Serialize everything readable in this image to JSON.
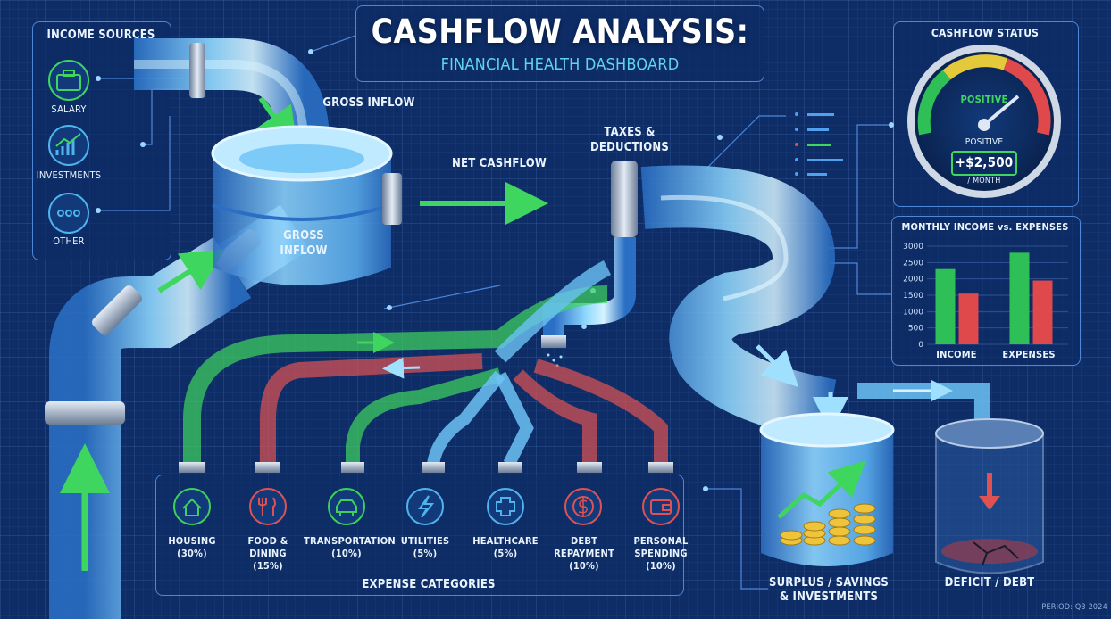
{
  "title": "CASHFLOW ANALYSIS:",
  "subtitle": "FINANCIAL HEALTH DASHBOARD",
  "income_sources": {
    "heading": "INCOME SOURCES",
    "items": [
      {
        "label": "SALARY",
        "icon": "briefcase-icon"
      },
      {
        "label": "INVESTMENTS",
        "icon": "growth-chart-icon"
      },
      {
        "label": "OTHER",
        "icon": "ellipsis-icon"
      }
    ]
  },
  "flow_labels": {
    "gross_inflow_top": "GROSS INFLOW",
    "gross_inflow_tank": "GROSS\nINFLOW",
    "net_cashflow": "NET CASHFLOW",
    "taxes": "TAXES &\nDEDUCTIONS"
  },
  "status": {
    "heading": "CASHFLOW STATUS",
    "gauge_label": "POSITIVE",
    "state": "POSITIVE",
    "amount": "+$2,500",
    "period": "/ MONTH"
  },
  "chart_title": "MONTHLY INCOME vs. EXPENSES",
  "chart_data": {
    "type": "bar",
    "title": "MONTHLY INCOME vs. EXPENSES",
    "categories": [
      "INCOME",
      "EXPENSES"
    ],
    "series": [
      {
        "values": [
          2300,
          2800
        ],
        "color": "#2fbf57"
      },
      {
        "values": [
          1550,
          1950
        ],
        "color": "#e0494b"
      }
    ],
    "yticks": [
      0,
      500,
      1000,
      1500,
      2000,
      2500,
      3000
    ],
    "ylim": [
      0,
      3000
    ],
    "grid": true
  },
  "expenses": {
    "heading": "EXPENSE CATEGORIES",
    "items": [
      {
        "name": "HOUSING",
        "pct": "(30%)",
        "icon": "house-icon",
        "color": "#3fcf5a"
      },
      {
        "name": "FOOD &\nDINING",
        "pct": "(15%)",
        "icon": "fork-knife-icon",
        "color": "#e05252"
      },
      {
        "name": "TRANSPORTATION",
        "pct": "(10%)",
        "icon": "car-icon",
        "color": "#3fcf5a"
      },
      {
        "name": "UTILITIES",
        "pct": "(5%)",
        "icon": "lightning-icon",
        "color": "#4fb4ee"
      },
      {
        "name": "HEALTHCARE",
        "pct": "(5%)",
        "icon": "medical-cross-icon",
        "color": "#4fb4ee"
      },
      {
        "name": "DEBT\nREPAYMENT",
        "pct": "(10%)",
        "icon": "dollar-coin-icon",
        "color": "#e05252"
      },
      {
        "name": "PERSONAL\nSPENDING",
        "pct": "(10%)",
        "icon": "wallet-icon",
        "color": "#e05252"
      }
    ]
  },
  "outcomes": {
    "surplus": "SURPLUS / SAVINGS\n& INVESTMENTS",
    "deficit": "DEFICIT / DEBT"
  },
  "period": "PERIOD: Q3 2024",
  "colors": {
    "background": "#0e2d66",
    "green": "#3fd660",
    "red": "#e05252",
    "water": "#7fd3ff",
    "accent": "#5fd3f2"
  }
}
